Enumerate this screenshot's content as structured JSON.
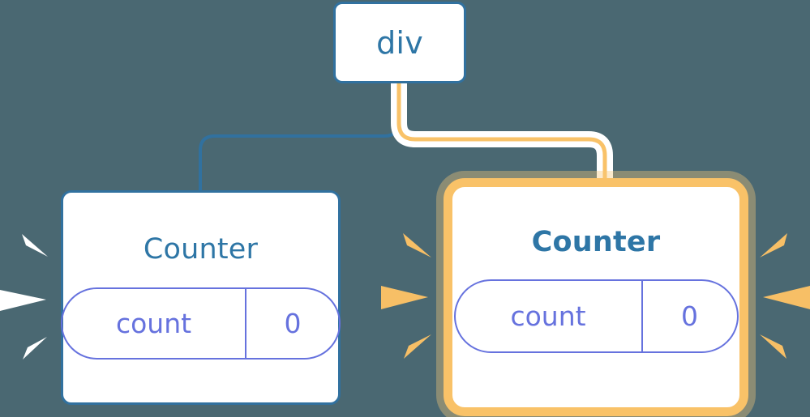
{
  "diagram": {
    "title": "Component tree re-render highlight",
    "background_color": "#4a6872",
    "colors": {
      "blue_border": "#31719f",
      "blue_text": "#2e76a6",
      "orange_border": "#f9c268",
      "orange_glow": "#f6dfba",
      "pill_indigo": "#6672de",
      "node_fill": "#ffffff",
      "wire_white": "#ffffff"
    }
  },
  "nodes": {
    "root": {
      "label": "div",
      "state": "normal"
    },
    "left_child": {
      "label": "Counter",
      "state": "normal",
      "pill": {
        "key": "count",
        "value": "0"
      }
    },
    "right_child": {
      "label": "Counter",
      "state": "highlighted",
      "pill": {
        "key": "count",
        "value": "0"
      }
    }
  },
  "edges": [
    {
      "name": "edge-div-to-left-counter",
      "from": "div",
      "to": "left Counter",
      "color": "#31719f",
      "highlighted": false
    },
    {
      "name": "edge-div-to-right-counter",
      "from": "div",
      "to": "right Counter",
      "color": "#f9c268",
      "highlighted": true
    }
  ],
  "sparkles": {
    "left_counter": {
      "side": "left",
      "color": "#ffffff",
      "ray_count": 3
    },
    "right_counter": {
      "sides": "left and right",
      "color": "#f9c268",
      "ray_count": 6
    }
  }
}
